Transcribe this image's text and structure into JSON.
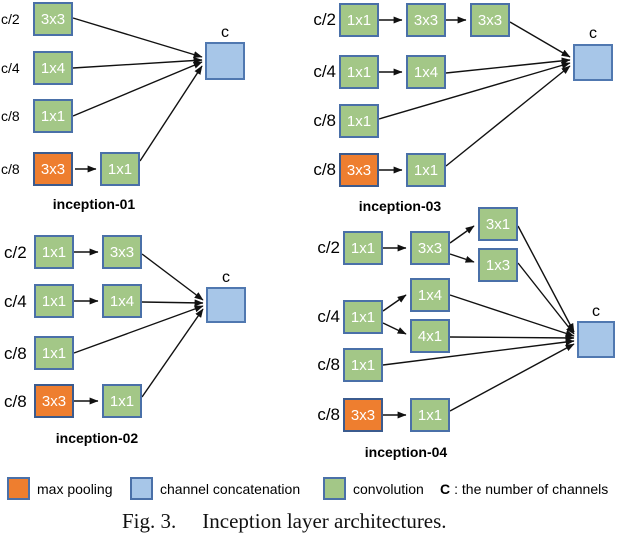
{
  "figure": {
    "caption_label": "Fig. 3.",
    "caption_title": "Inception layer architectures."
  },
  "legend": {
    "max_pooling": "max pooling",
    "channel_concatenation": "channel concatenation",
    "convolution": "convolution",
    "note_symbol": "C",
    "note_text": ": the number of channels"
  },
  "colors": {
    "convolution_fill": "#A3C787",
    "max_pooling_fill": "#EE7E2F",
    "concatenation_fill": "#A7C6E8",
    "box_border": "#4A70A8",
    "pool_border": "#3B5B8E",
    "concat_border": "#5078B0",
    "arrow": "#111111"
  },
  "diagrams": {
    "inception01": {
      "caption": "inception-01",
      "output_label": "c",
      "row_labels": [
        "c/2",
        "c/4",
        "c/8",
        "c/8"
      ],
      "nodes": [
        {
          "label": "3x3",
          "type": "convolution"
        },
        {
          "label": "1x4",
          "type": "convolution"
        },
        {
          "label": "1x1",
          "type": "convolution"
        },
        {
          "label": "3x3",
          "type": "max pooling"
        },
        {
          "label": "1x1",
          "type": "convolution"
        }
      ],
      "edges": [
        "3x3(c/2)→c",
        "1x4(c/4)→c",
        "1x1(c/8)→c",
        "3x3(c/8)→1x1",
        "1x1→c"
      ]
    },
    "inception02": {
      "caption": "inception-02",
      "output_label": "c",
      "row_labels": [
        "c/2",
        "c/4",
        "c/8",
        "c/8"
      ],
      "nodes": [
        {
          "label": "1x1",
          "type": "convolution"
        },
        {
          "label": "3x3",
          "type": "convolution"
        },
        {
          "label": "1x1",
          "type": "convolution"
        },
        {
          "label": "1x4",
          "type": "convolution"
        },
        {
          "label": "1x1",
          "type": "convolution"
        },
        {
          "label": "3x3",
          "type": "max pooling"
        },
        {
          "label": "1x1",
          "type": "convolution"
        }
      ],
      "edges": [
        "1x1(c/2)→3x3",
        "3x3→c",
        "1x1(c/4)→1x4",
        "1x4→c",
        "1x1(c/8)→c",
        "3x3(c/8)→1x1",
        "1x1→c"
      ]
    },
    "inception03": {
      "caption": "inception-03",
      "output_label": "c",
      "row_labels": [
        "c/2",
        "c/4",
        "c/8",
        "c/8"
      ],
      "nodes": [
        {
          "label": "1x1",
          "type": "convolution"
        },
        {
          "label": "3x3",
          "type": "convolution"
        },
        {
          "label": "3x3",
          "type": "convolution"
        },
        {
          "label": "1x1",
          "type": "convolution"
        },
        {
          "label": "1x4",
          "type": "convolution"
        },
        {
          "label": "1x1",
          "type": "convolution"
        },
        {
          "label": "3x3",
          "type": "max pooling"
        },
        {
          "label": "1x1",
          "type": "convolution"
        }
      ],
      "edges": [
        "1x1(c/2)→3x3",
        "3x3→3x3",
        "3x3→c",
        "1x1(c/4)→1x4",
        "1x4→c",
        "1x1(c/8)→c",
        "3x3(c/8)→1x1",
        "1x1→c"
      ]
    },
    "inception04": {
      "caption": "inception-04",
      "output_label": "c",
      "row_labels": [
        "c/2",
        "c/4",
        "c/8",
        "c/8"
      ],
      "nodes": [
        {
          "label": "1x1",
          "type": "convolution"
        },
        {
          "label": "3x3",
          "type": "convolution"
        },
        {
          "label": "3x1",
          "type": "convolution"
        },
        {
          "label": "1x3",
          "type": "convolution"
        },
        {
          "label": "1x1",
          "type": "convolution"
        },
        {
          "label": "1x4",
          "type": "convolution"
        },
        {
          "label": "4x1",
          "type": "convolution"
        },
        {
          "label": "1x1",
          "type": "convolution"
        },
        {
          "label": "3x3",
          "type": "max pooling"
        },
        {
          "label": "1x1",
          "type": "convolution"
        }
      ],
      "edges": [
        "1x1(c/2)→3x3",
        "3x3→3x1",
        "3x3→1x3",
        "3x1→c",
        "1x3→c",
        "1x1(c/4)→1x4",
        "1x1(c/4)→4x1",
        "1x4→c",
        "4x1→c",
        "1x1(c/8)→c",
        "3x3(c/8)→1x1",
        "1x1→c"
      ]
    }
  }
}
